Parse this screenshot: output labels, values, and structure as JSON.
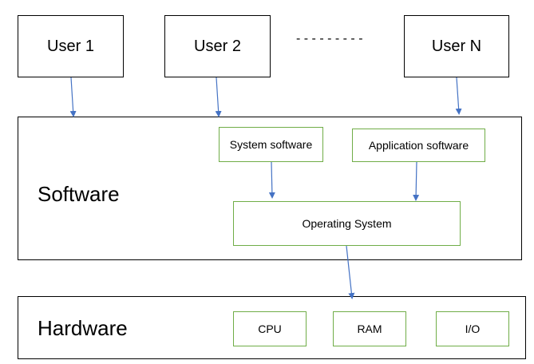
{
  "users": [
    "User 1",
    "User 2",
    "User N"
  ],
  "ellipsis": "- - - - - - - - -",
  "software": {
    "label": "Software",
    "system_software": "System software",
    "application_software": "Application software",
    "operating_system": "Operating System"
  },
  "hardware": {
    "label": "Hardware",
    "components": [
      "CPU",
      "RAM",
      "I/O"
    ]
  },
  "colors": {
    "outer_border": "#000000",
    "inner_border": "#70ad47",
    "arrow": "#4472c4"
  }
}
